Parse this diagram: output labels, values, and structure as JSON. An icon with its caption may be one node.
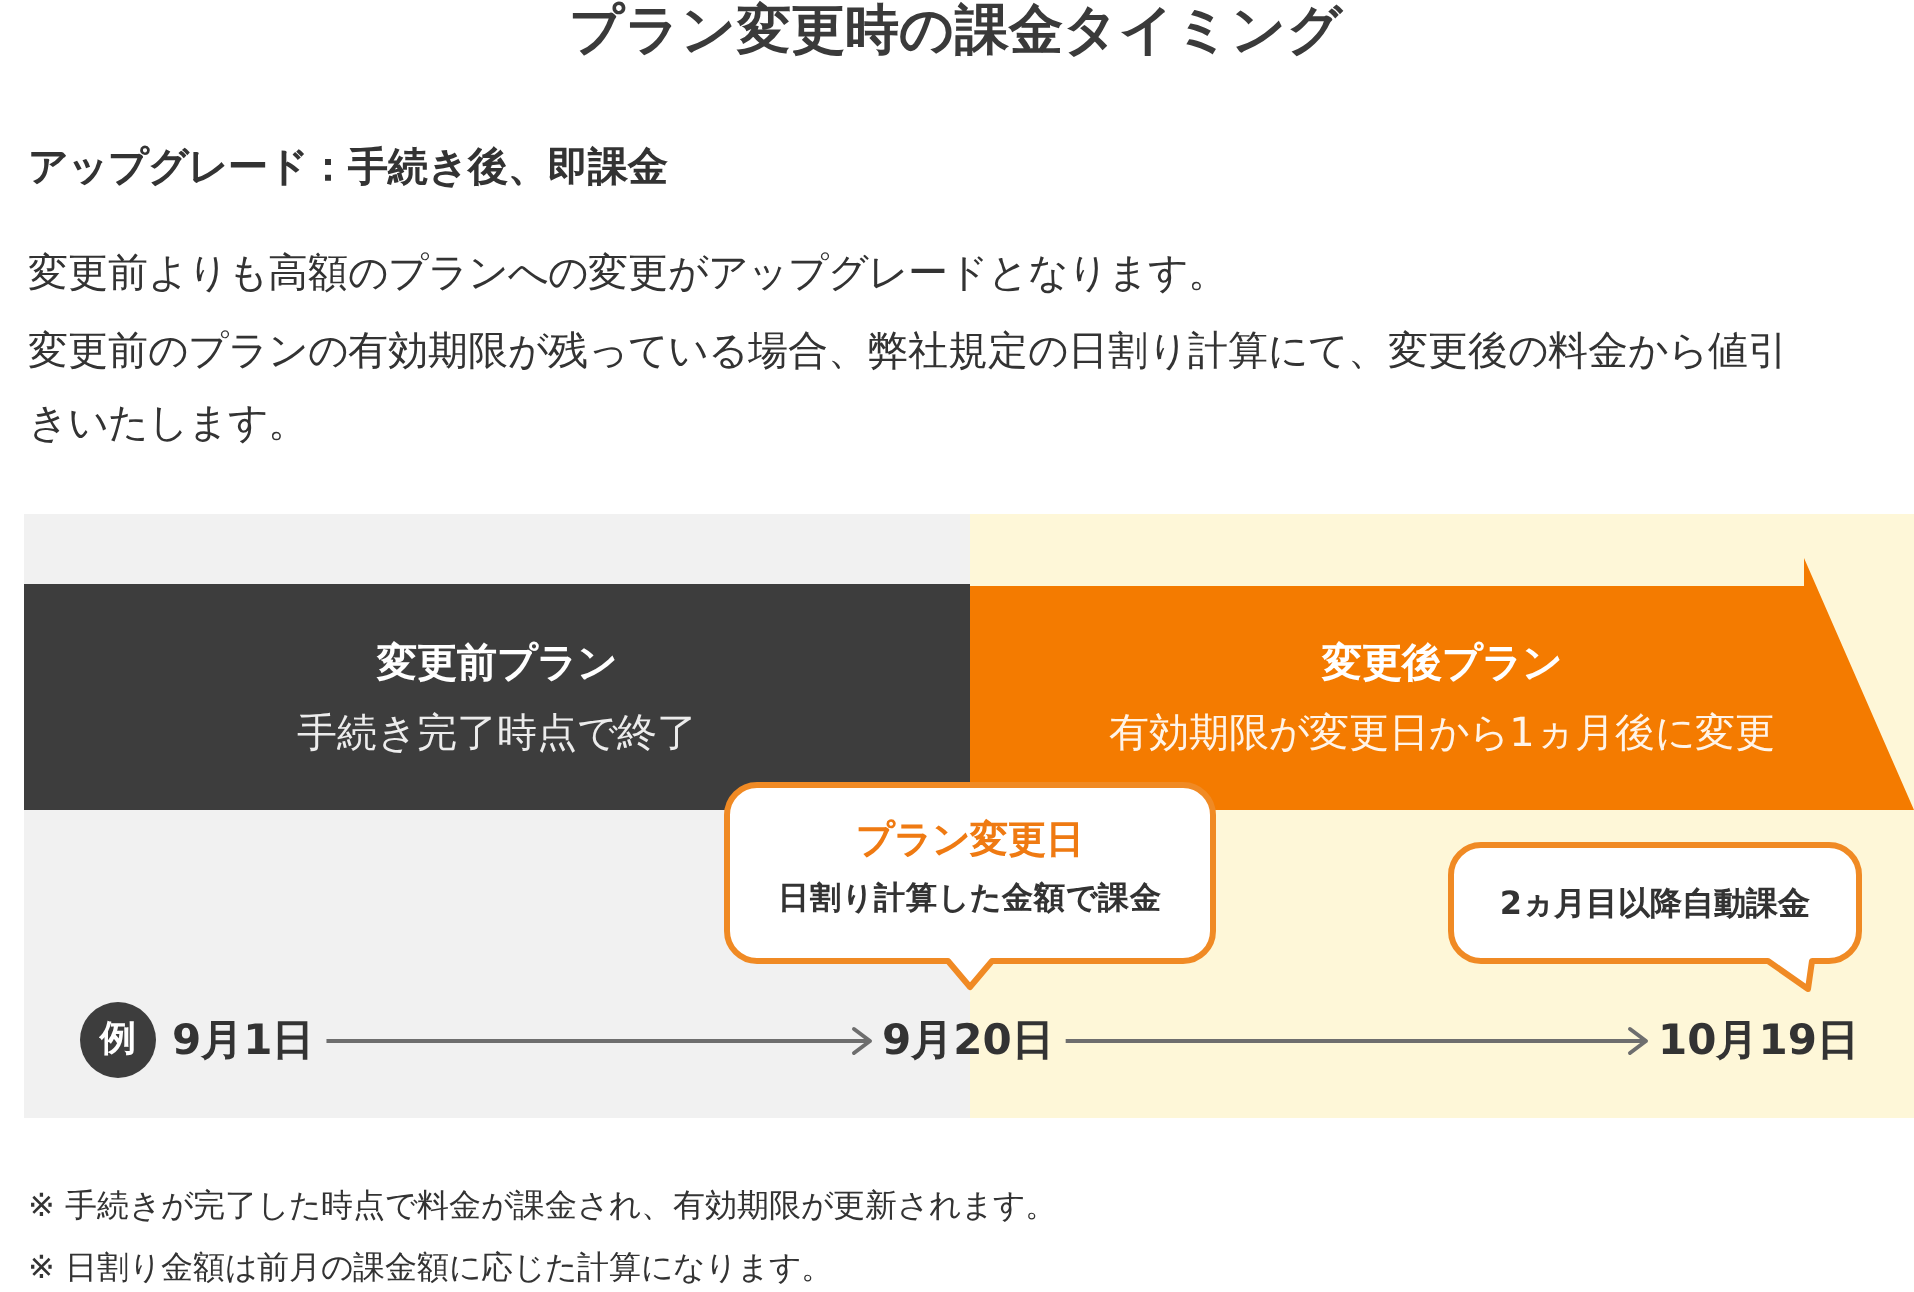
{
  "diagram": {
    "title": "プラン変更時の課金タイミング",
    "nodes": [
      {
        "text": [
          "変更前プラン",
          "手続き完了時点で終了"
        ]
      },
      {
        "text": [
          "変更後プラン",
          "有効期限が変更日から1ヵ月後に変更"
        ]
      },
      {
        "text": [
          "プラン変更日",
          "日割り計算した金額で課金"
        ]
      },
      {
        "text": [
          "2ヵ月目以降自動課金"
        ]
      },
      {
        "text": [
          "例"
        ]
      },
      {
        "text": [
          "9月1日"
        ]
      },
      {
        "text": [
          "9月20日"
        ]
      },
      {
        "text": [
          "10月19日"
        ]
      }
    ],
    "edges": [
      {
        "from": 5,
        "to": 6,
        "arrow": "to"
      },
      {
        "from": 6,
        "to": 7,
        "arrow": "to"
      }
    ],
    "labels": [
      "アップグレード：手続き後、即課金",
      "変更前よりも高額のプランへの変更がアップグレードとなります。",
      "変更前のプランの有効期限が残っている場合、弊社規定の日割り計算にて、変更後の料金から値引きいたします。",
      "※ 手続きが完了した時点で料金が課金され、有効期限が更新されます。",
      "※ 日割り金額は前月の課金額に応じた計算になります。"
    ]
  }
}
